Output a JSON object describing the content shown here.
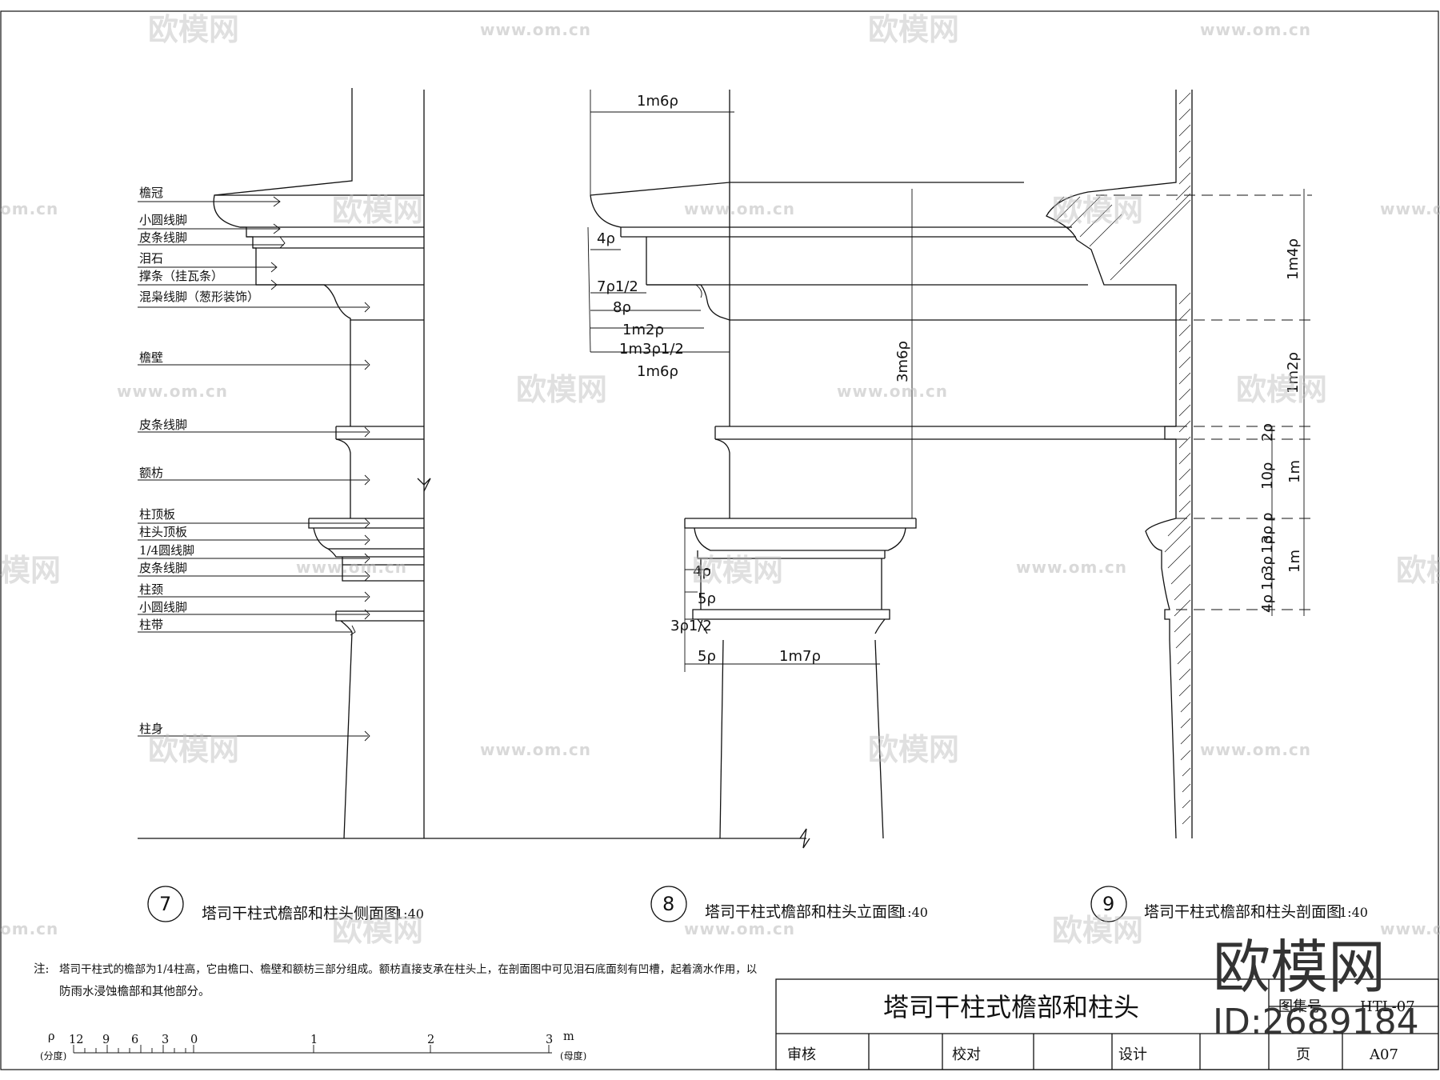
{
  "watermark": {
    "brand": "欧模网",
    "url": "www.om.cn",
    "url_fragment": "om.cn",
    "brand_fragment": "模网"
  },
  "labels": [
    "檐冠",
    "小圆线脚",
    "皮条线脚",
    "泪石",
    "撑条（挂瓦条）",
    "混枭线脚（葱形装饰）",
    "檐壁",
    "皮条线脚",
    "额枋",
    "柱顶板",
    "柱头顶板",
    "1/4圆线脚",
    "皮条线脚",
    "柱颈",
    "小圆线脚",
    "柱带",
    "柱身"
  ],
  "dims_elevation": {
    "top": "1m6ρ",
    "d1": "4ρ",
    "d2": "7ρ1/2",
    "d3": "8ρ",
    "d4": "1m2ρ",
    "d5": "1m3ρ1/2",
    "d6": "1m6ρ",
    "vertical": "3m6ρ",
    "c1": "4ρ",
    "c2": "5ρ",
    "c3": "3ρ1/2",
    "c4": "5ρ",
    "c5": "1m7ρ"
  },
  "dims_section": {
    "s1": "1m4ρ",
    "s2": "1m2ρ",
    "s3": "2ρ",
    "s4": "10ρ",
    "s5": "1m",
    "s6": "ρ",
    "s7": "3ρ",
    "s8": "1ρ",
    "s9": "3ρ",
    "s10": "1ρ",
    "s11": "1m",
    "s12": "4ρ"
  },
  "captions": [
    {
      "num": "7",
      "text": "塔司干柱式檐部和柱头侧面图",
      "scale": "1:40"
    },
    {
      "num": "8",
      "text": "塔司干柱式檐部和柱头立面图",
      "scale": "1:40"
    },
    {
      "num": "9",
      "text": "塔司干柱式檐部和柱头剖面图",
      "scale": "1:40"
    }
  ],
  "note": {
    "prefix": "注:",
    "line1": "塔司干柱式的檐部为1/4柱高，它由檐口、檐壁和额枋三部分组成。额枋直接支承在柱头上，在剖面图中可见泪石底面刻有凹槽，起着滴水作用，以",
    "line2": "防雨水浸蚀檐部和其他部分。"
  },
  "scale_bar": {
    "left_unit": "ρ",
    "left_sub": "(分度)",
    "ticks": [
      "12",
      "9",
      "6",
      "3",
      "0",
      "1",
      "2",
      "3"
    ],
    "right_unit": "m",
    "right_sub": "(母度)"
  },
  "title_block": {
    "title": "塔司干柱式檐部和柱头",
    "atlas_label": "图集号",
    "atlas_no": "HTL-07",
    "review": "审核",
    "check": "校对",
    "design": "设计",
    "page_label": "页",
    "page_no": "A07"
  },
  "brand_overlay": {
    "name": "欧模网",
    "id": "ID:2689184"
  }
}
